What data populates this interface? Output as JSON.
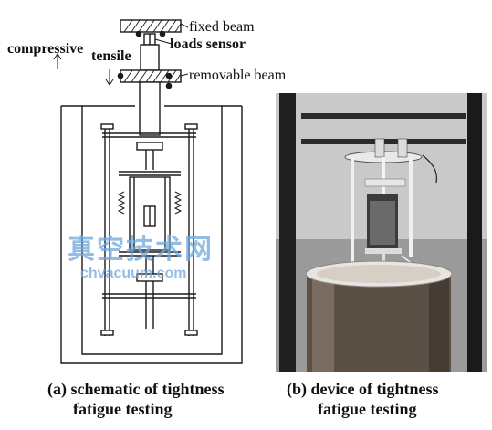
{
  "labels": {
    "fixed_beam": "fixed beam",
    "loads_sensor": "loads sensor",
    "compressive": "compressive",
    "tensile": "tensile",
    "removable_beam": "removable beam"
  },
  "watermark": {
    "cn": "真空技术网",
    "url": "chvacuum.com"
  },
  "captions": {
    "a_line1": "(a) schematic of tightness",
    "a_line2": "fatigue testing",
    "b_line1": "(b) device of tightness",
    "b_line2": "fatigue testing"
  },
  "colors": {
    "line": "#1a1a1a",
    "watermark": "#6fa8dc"
  }
}
